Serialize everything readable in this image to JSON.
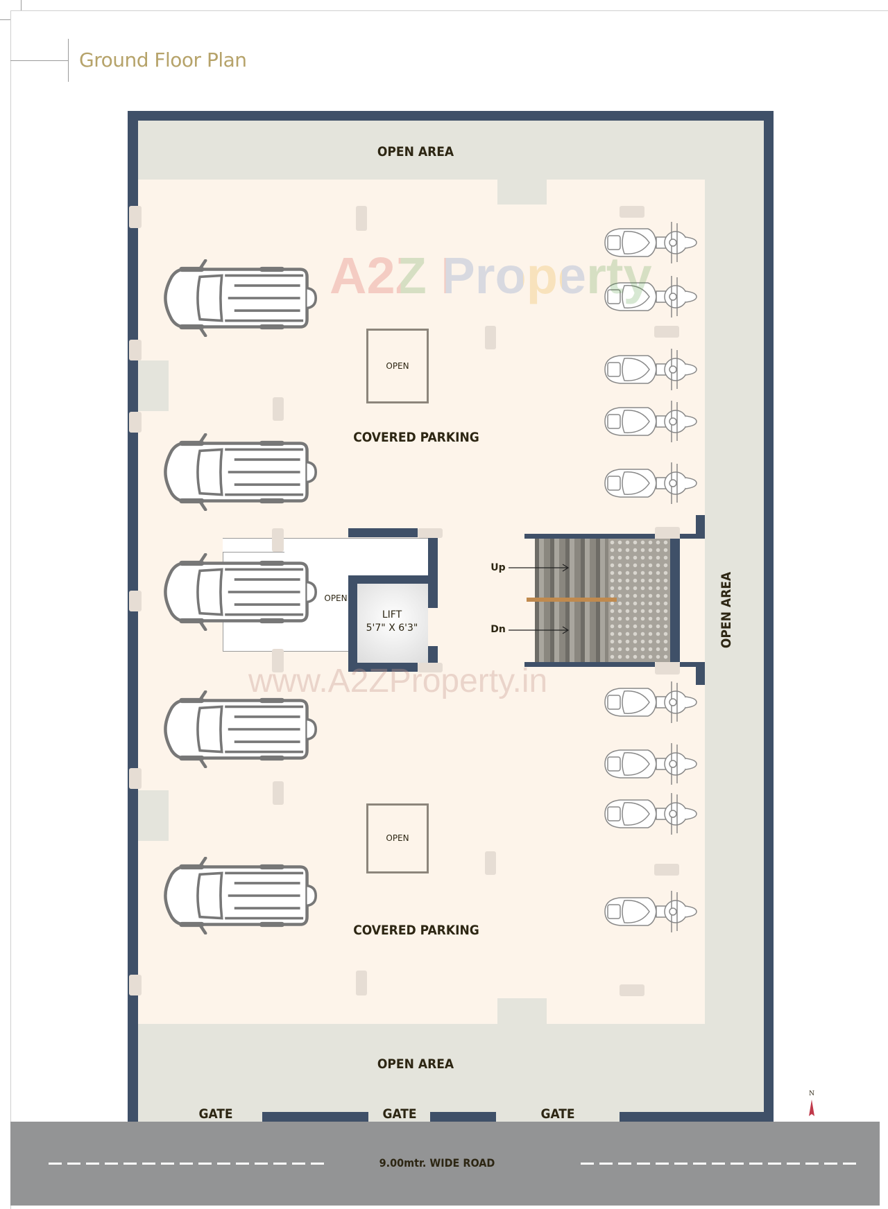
{
  "header": {
    "title": "Ground Floor Plan"
  },
  "plan": {
    "open_area_top": "OPEN AREA",
    "open_area_bottom": "OPEN AREA",
    "open_area_right": "OPEN AREA",
    "covered_parking_top": "COVERED PARKING",
    "covered_parking_bottom": "COVERED PARKING",
    "open_box_top": "OPEN",
    "open_box_bottom": "OPEN",
    "open_lobby": "OPEN",
    "lift_label": "LIFT",
    "lift_size": "5'7\" X 6'3\"",
    "stair_up": "Up",
    "stair_down": "Dn",
    "gates": [
      "GATE",
      "GATE",
      "GATE"
    ],
    "road_label": "9.00mtr. WIDE ROAD",
    "north_label": "N",
    "car_count": 5,
    "scooter_count": 9
  },
  "watermark": {
    "logo": "A2Z Property",
    "url": "www.A2ZProperty.in"
  },
  "colors": {
    "wall": "#3f5068",
    "open_area": "#e4e4dc",
    "covered": "#fdf4ea",
    "road": "#939495",
    "title": "#b6a36a",
    "handrail": "#c08a4e"
  }
}
